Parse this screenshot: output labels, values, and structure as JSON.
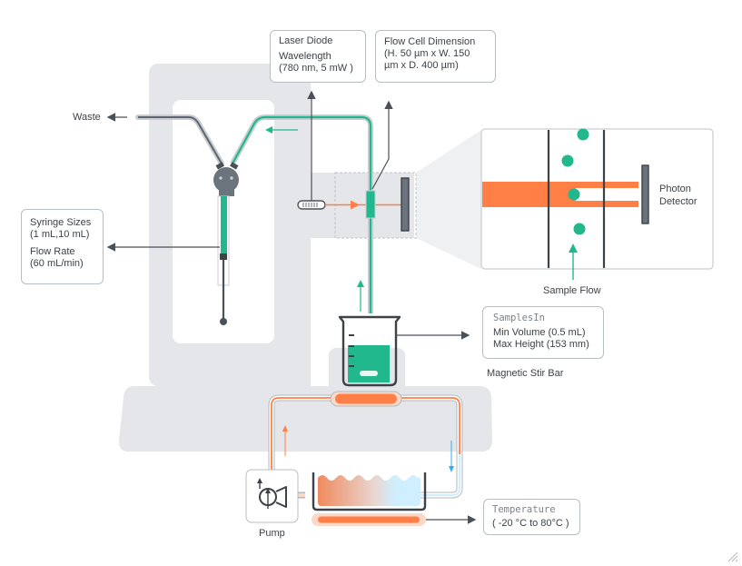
{
  "colors": {
    "stand": "#e4e6e9",
    "teal": "#22b88d",
    "orange": "#ff7f47",
    "orange_light": "#fcd9c7",
    "cool_blue": "#cfeefe",
    "blue_arrow": "#34aef0",
    "dark": "#4a5058",
    "box_border": "#b9bec4"
  },
  "labels": {
    "waste": "Waste",
    "sample_flow": "Sample Flow",
    "photon_detector": [
      "Photon",
      "Detector"
    ],
    "magnetic_stir_bar": "Magnetic Stir Bar",
    "pump": "Pump"
  },
  "boxes": {
    "laser_diode": {
      "lines": [
        "Laser Diode",
        "Wavelength",
        "(780 nm, 5 mW )"
      ]
    },
    "flow_cell": {
      "lines": [
        "Flow Cell Dimension",
        "(H. 50 µm x W. 150",
        "µm x D. 400 µm)"
      ]
    },
    "syringe": {
      "lines": [
        "Syringe Sizes",
        "(1 mL,10 mL)",
        "Flow Rate",
        "(60 mL/min)"
      ]
    },
    "samples_in": {
      "title": "SamplesIn",
      "lines": [
        "Min Volume (0.5 mL)",
        "Max Height (153 mm)"
      ]
    },
    "temperature": {
      "title": "Temperature",
      "lines": [
        "( -20 °C to 80°C )"
      ]
    }
  },
  "icons": {
    "waste_arrow": "arrow-left-icon",
    "pump": "pump-icon",
    "resize": "resize-handle-icon"
  }
}
